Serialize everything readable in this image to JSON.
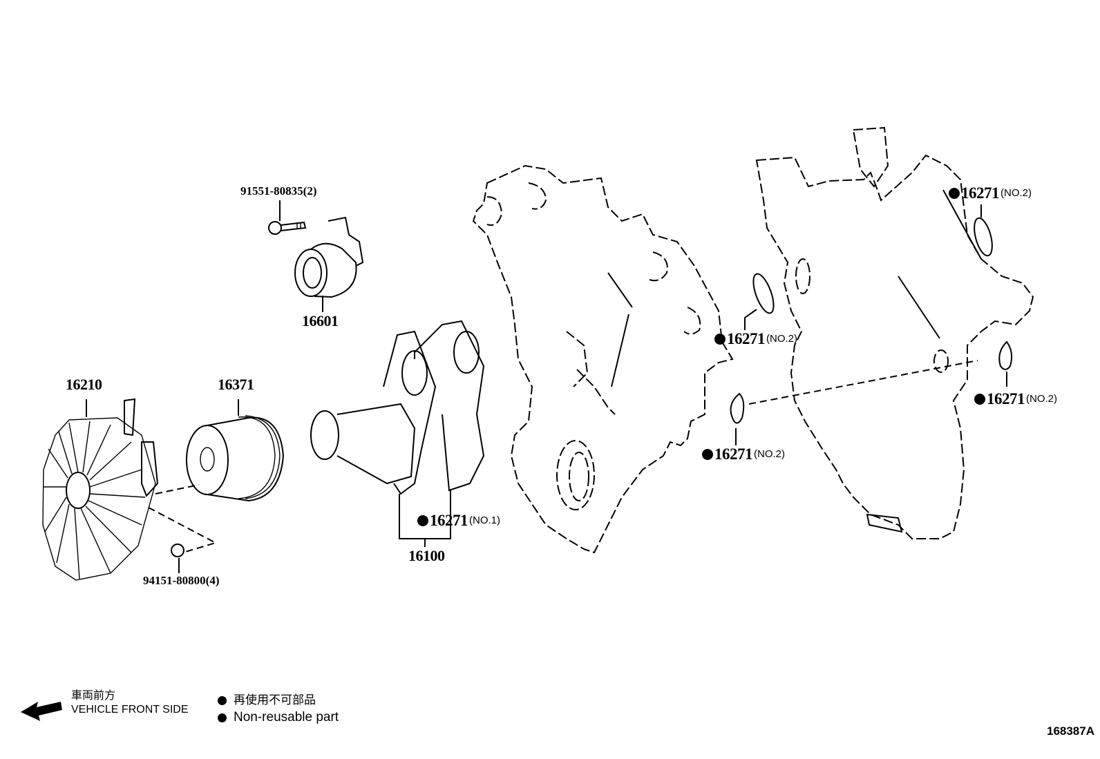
{
  "diagram": {
    "type": "exploded parts diagram",
    "figure_id": "168387A",
    "parts": [
      {
        "id": "bolt",
        "label": "91551-80835(2)"
      },
      {
        "id": "tensioner",
        "label": "16601"
      },
      {
        "id": "fan-clutch",
        "label": "16210"
      },
      {
        "id": "fan-pulley",
        "label": "16371"
      },
      {
        "id": "clutch-nut",
        "label": "94151-80800(4)"
      },
      {
        "id": "water-pump",
        "label": "16100"
      }
    ],
    "gaskets": [
      {
        "id": "gasket-no1",
        "number": "16271",
        "note": "(NO.1)",
        "non_reusable": true
      },
      {
        "id": "gasket-no2-a",
        "number": "16271",
        "note": "(NO.2)",
        "non_reusable": true
      },
      {
        "id": "gasket-no2-b",
        "number": "16271",
        "note": "(NO.2)",
        "non_reusable": true
      },
      {
        "id": "gasket-no2-c",
        "number": "16271",
        "note": "(NO.2)",
        "non_reusable": true
      },
      {
        "id": "gasket-no2-d",
        "number": "16271",
        "note": "(NO.2)",
        "non_reusable": true
      }
    ]
  },
  "legend": {
    "front_jp": "車両前方",
    "front_en": "VEHICLE FRONT SIDE",
    "nonreusable_jp": "再使用不可部品",
    "nonreusable_en": "Non-reusable part"
  },
  "colors": {
    "line": "#000000",
    "background": "#ffffff"
  }
}
